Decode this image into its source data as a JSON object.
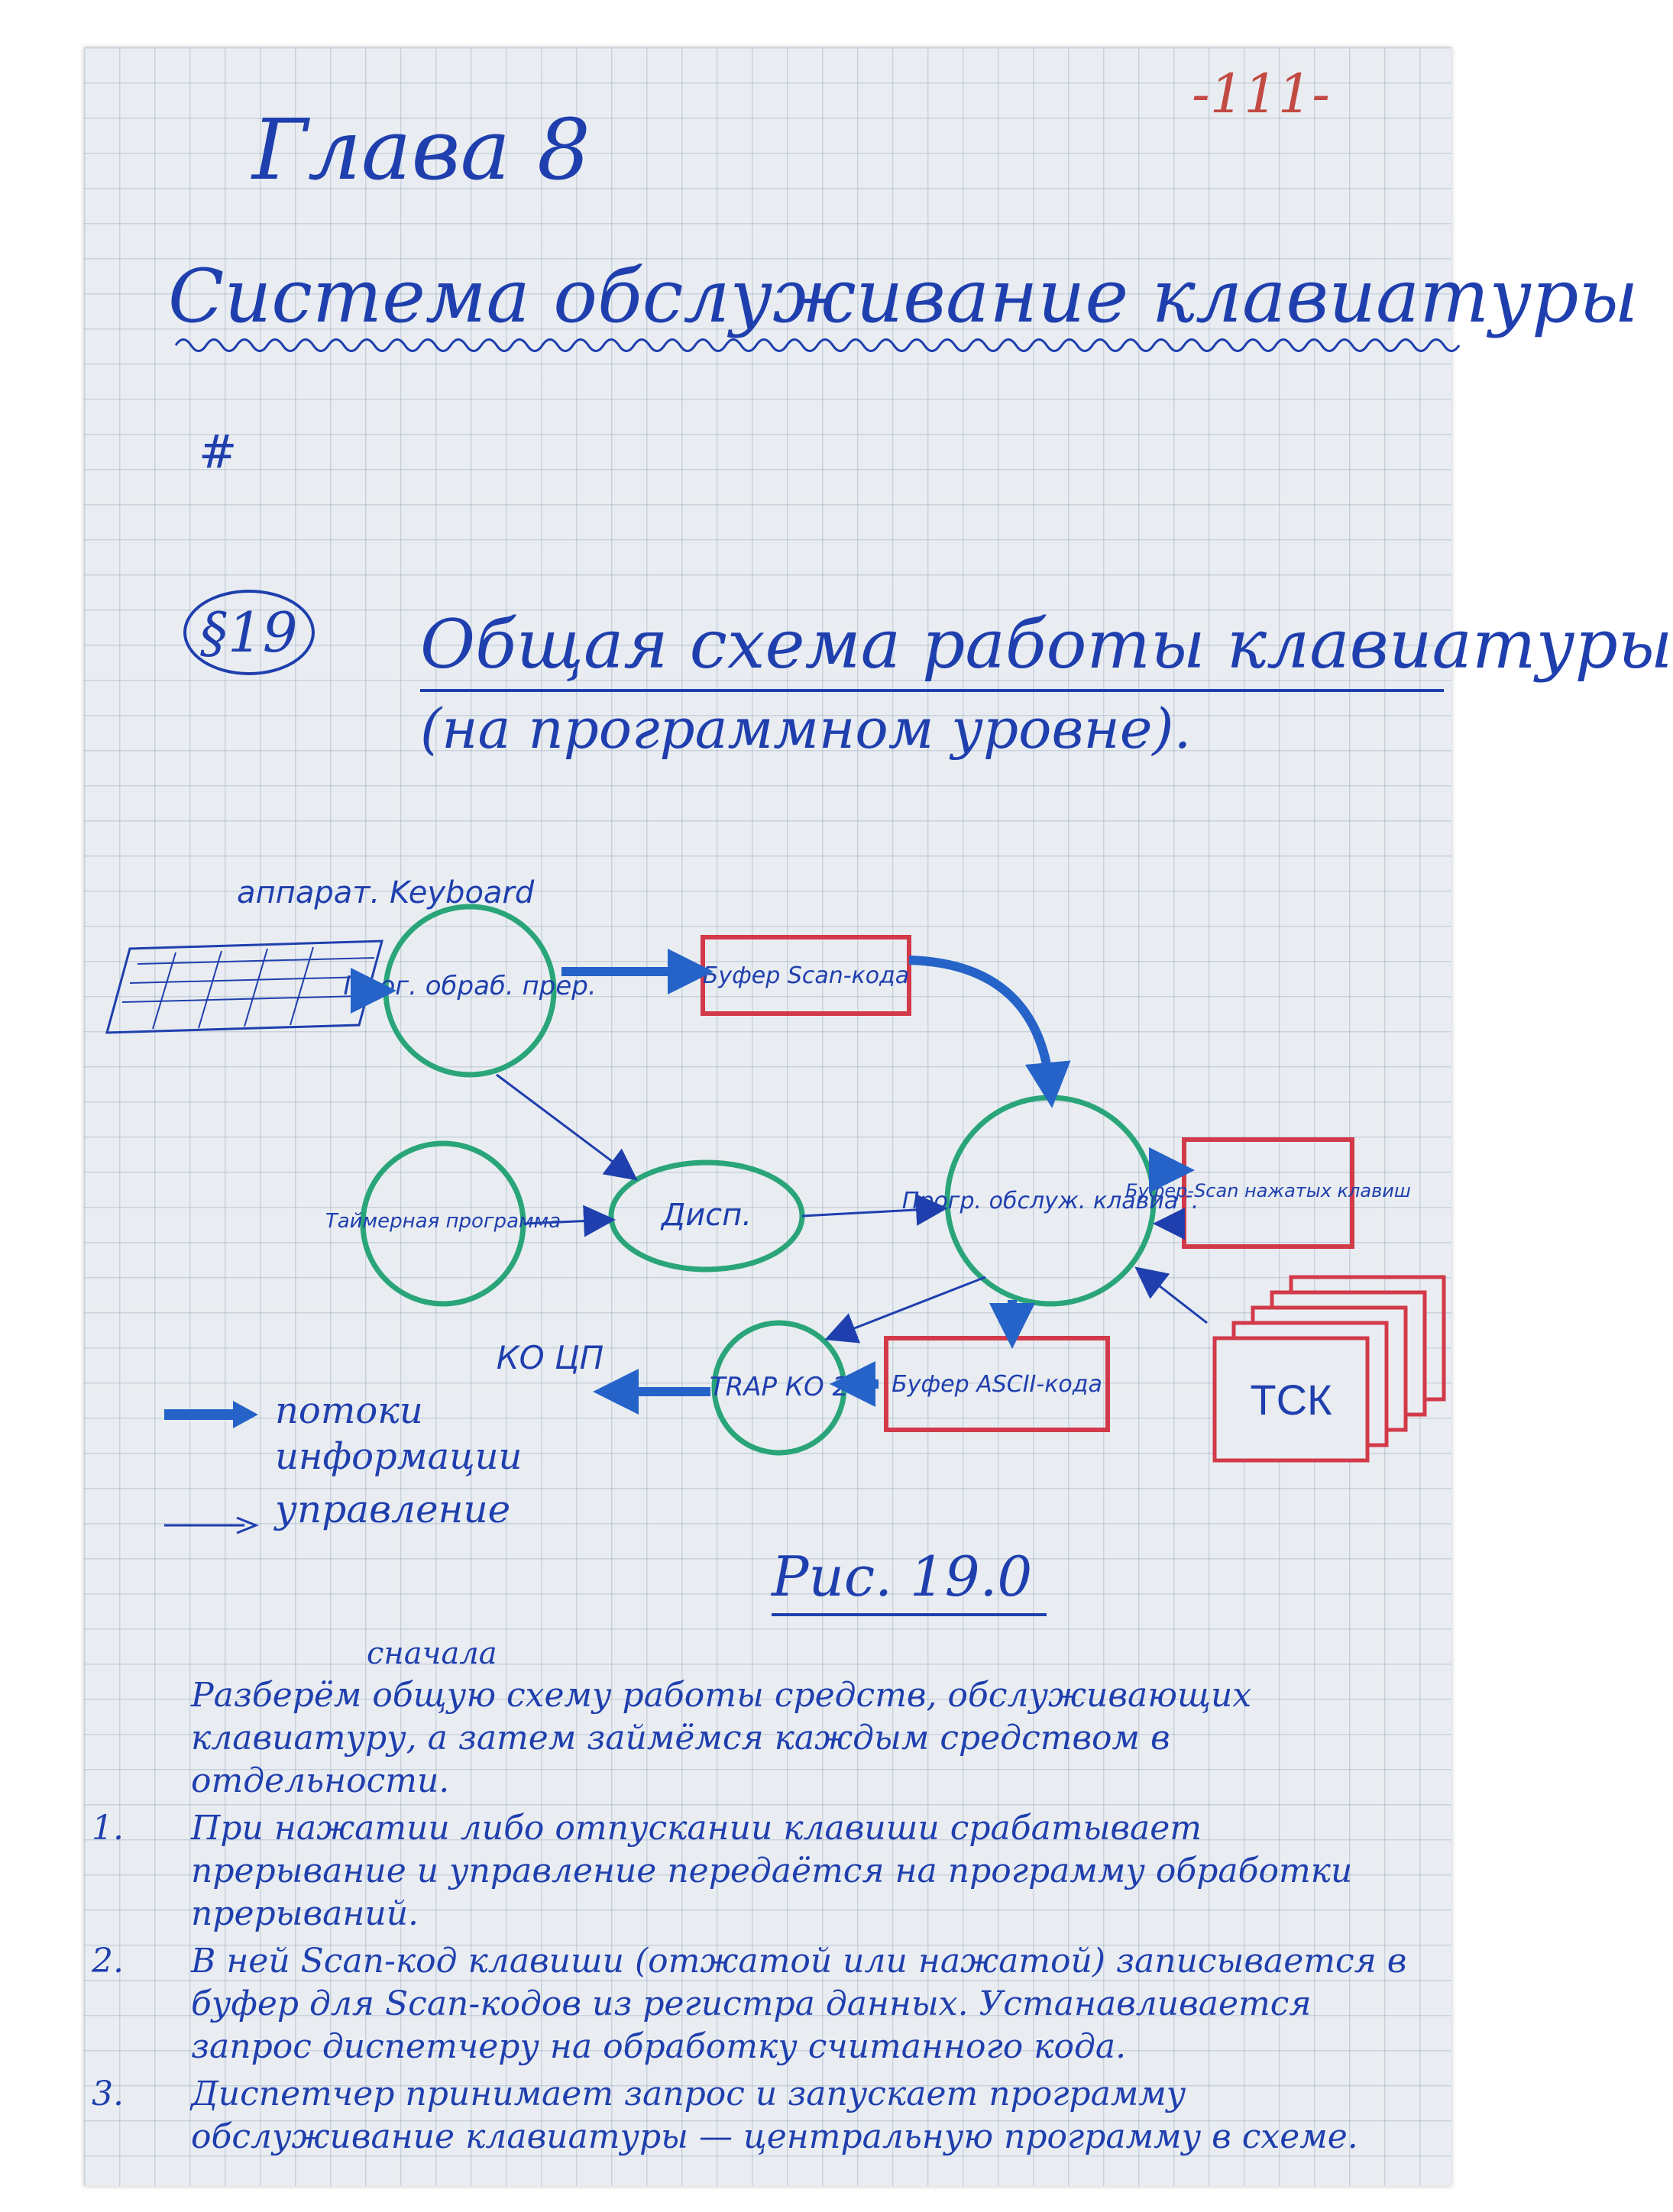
{
  "page_number": "-111-",
  "chapter": "Глава 8",
  "chapter_title": "Система обслуживание клавиатуры",
  "hash_mark": "#",
  "section": {
    "number": "§19",
    "title": "Общая схема работы клавиатуры",
    "subtitle": "(на программном уровне)."
  },
  "diagram": {
    "keyboard_label": "аппарат. Keyboard",
    "nodes": {
      "interrupt_handler": "Прог. обраб. прер.",
      "scan_buffer": "Буфер Scan-кода",
      "timer_program": "Таймерная программа",
      "dispatcher": "Дисп.",
      "keyboard_service": "Прогр. обслуж. клавиат.",
      "pressed_buffer": "Буфер-Scan нажатых клавиш",
      "trap": "TRAP КО 2",
      "ascii_buffer": "Буфер ASCII-кода",
      "tsk": "ТСК",
      "ko_cpu": "КО ЦП"
    }
  },
  "legend": {
    "info_flow": "потоки информации",
    "control": "управление"
  },
  "figure_caption": "Рис. 19.0",
  "insert_above": "сначала",
  "paragraphs": [
    {
      "num": "",
      "text": "Разберём общую схему работы средств, обслуживающих клавиатуру, а затем займёмся каждым средством в отдельности."
    },
    {
      "num": "1.",
      "text": "При нажатии либо отпускании клавиши срабатывает прерывание и управление передаётся на программу обработки прерываний."
    },
    {
      "num": "2.",
      "text": "В ней Scan-код клавиши (отжатой или нажатой) записывается в буфер для Scan-кодов из регистра данных. Устанавливается запрос диспетчеру на обработку считанного кода."
    },
    {
      "num": "3.",
      "text": "Диспетчер принимает запрос и запускает программу обслуживание клавиатуры — центральную программу в схеме."
    }
  ],
  "colors": {
    "ink": "#1f3fae",
    "flow_arrow": "#3b82d6",
    "circle": "#2aa57a",
    "box": "#d23a4a",
    "page_number": "#c24a43"
  }
}
